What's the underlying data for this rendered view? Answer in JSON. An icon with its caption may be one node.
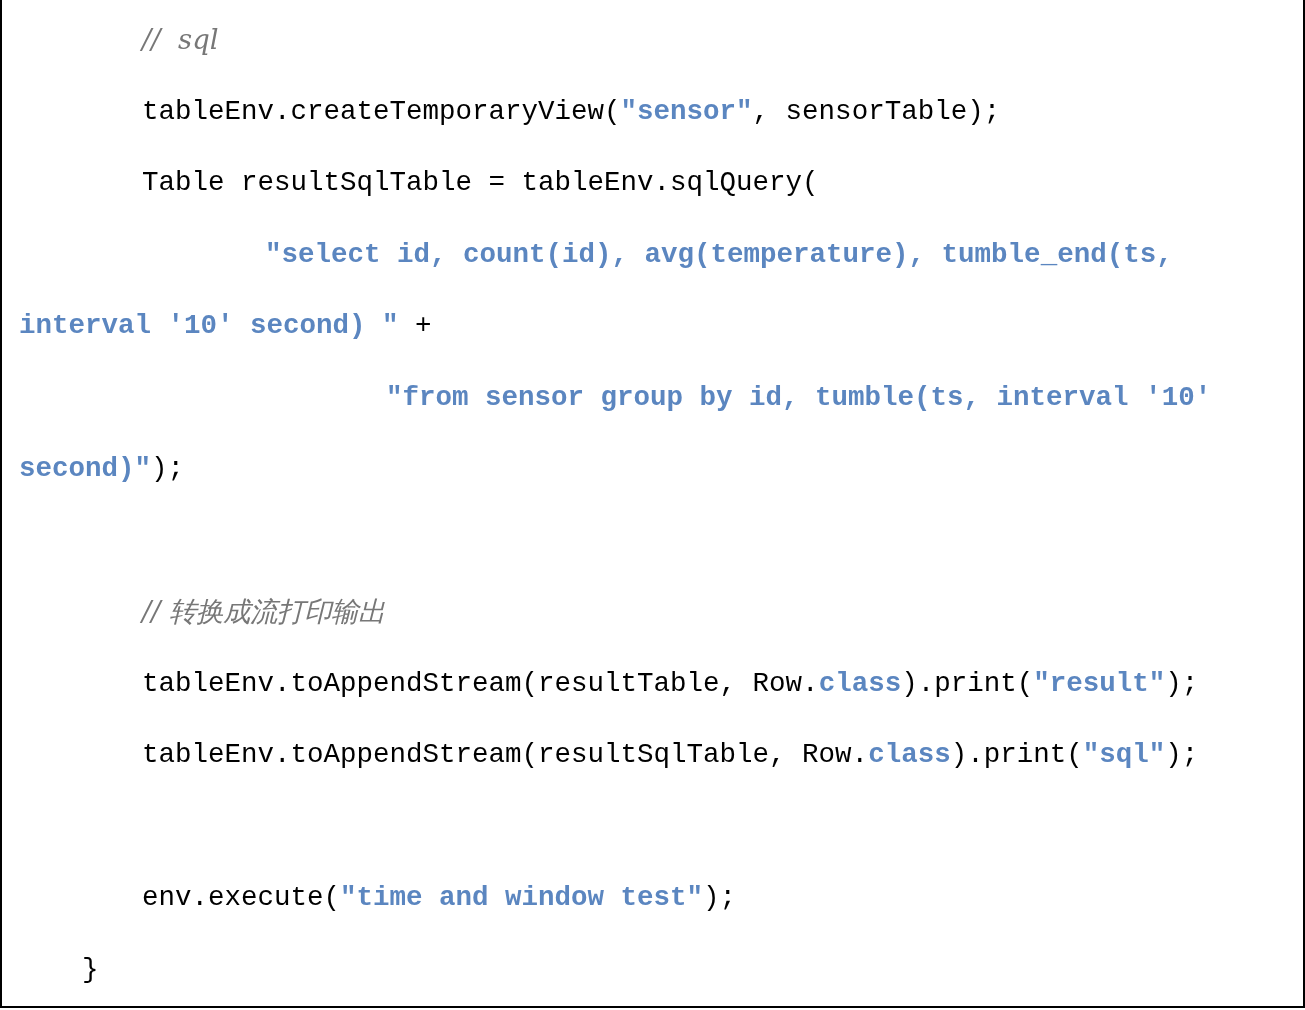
{
  "diagram": {
    "labels": [
      "//  sql",
      "tableEnv.createTemporaryView(**\"sensor\"**, sensorTable);",
      "Table resultSqlTable = tableEnv.sqlQuery(",
      "**\"select id, count(id), avg(temperature), tumble_end(ts, interval '10' second) \"** +",
      "**\"from sensor group by id, tumble(ts, interval '10' second)\"**);",
      "// 转换成流打印输出",
      "tableEnv.toAppendStream(resultTable, Row.**class**).print(**\"result\"**);",
      "tableEnv.toAppendStream(resultSqlTable, Row.**class**).print(**\"sql\"**);",
      "env.execute(**\"time and window test\"**);",
      "}"
    ]
  }
}
